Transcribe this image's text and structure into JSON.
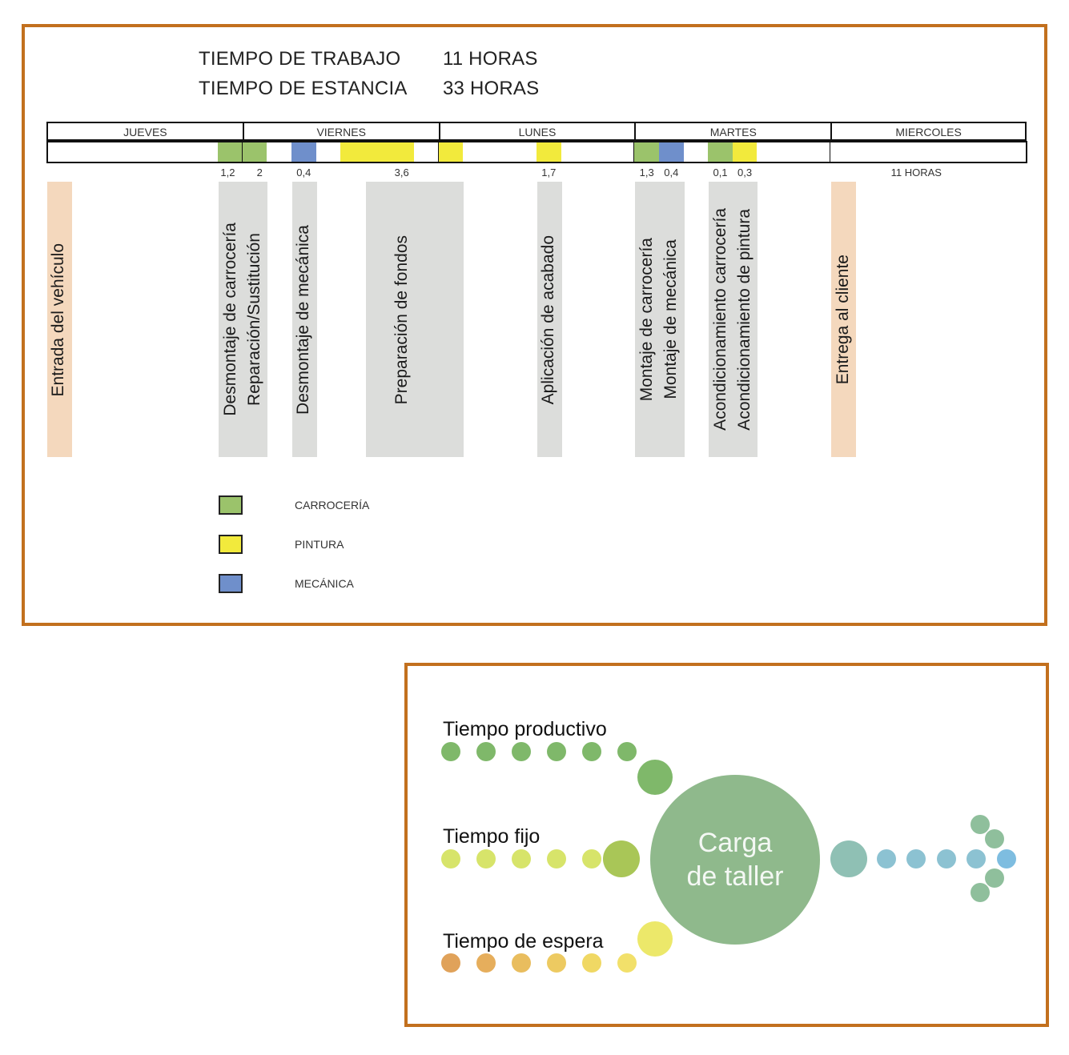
{
  "schedule": {
    "header": {
      "work_label": "TIEMPO DE TRABAJO",
      "work_value": "11 HORAS",
      "stay_label": "TIEMPO DE ESTANCIA",
      "stay_value": "33 HORAS"
    },
    "days": [
      "JUEVES",
      "VIERNES",
      "LUNES",
      "MARTES",
      "MIERCOLES"
    ],
    "slot_colors": [
      "",
      "",
      "",
      "",
      "",
      "",
      "",
      "carroceria",
      "carroceria",
      "",
      "mecanica",
      "",
      "pintura",
      "pintura",
      "pintura",
      "",
      "pintura",
      "",
      "",
      "",
      "pintura",
      "",
      "",
      "",
      "carroceria",
      "mecanica",
      "",
      "carroceria",
      "pintura",
      "",
      "",
      "",
      "",
      "",
      "",
      "",
      "",
      "",
      "",
      ""
    ],
    "hour_labels": [
      "1,2",
      "2",
      "0,4",
      "3,6",
      "1,7",
      "1,3",
      "0,4",
      "0,1",
      "0,3",
      "11 HORAS"
    ],
    "tasks": [
      {
        "lines": [
          "Entrada del vehículo"
        ]
      },
      {
        "lines": [
          "Desmontaje de carrocería",
          "Reparación/Sustitución"
        ]
      },
      {
        "lines": [
          "Desmontaje de mecánica"
        ]
      },
      {
        "lines": [
          "Preparación de fondos"
        ]
      },
      {
        "lines": [
          "Aplicación de acabado"
        ]
      },
      {
        "lines": [
          "Montaje de carrocería",
          "Montaje de mecánica"
        ]
      },
      {
        "lines": [
          "Acondicionamiento carrocería",
          "Acondicionamiento de pintura"
        ]
      },
      {
        "lines": [
          "Entrega al cliente"
        ]
      }
    ],
    "legend": [
      {
        "key": "carroceria",
        "label": "CARROCERÍA"
      },
      {
        "key": "pintura",
        "label": "PINTURA"
      },
      {
        "key": "mecanica",
        "label": "MECÁNICA"
      }
    ],
    "colors": {
      "carroceria": "#9bc36b",
      "pintura": "#f2ea3c",
      "mecanica": "#6f8fcb",
      "gray_band": "#dcdddb",
      "peach_band": "#f4d8bd",
      "frame": "#c2701e"
    }
  },
  "workshop_diagram": {
    "labels": {
      "productive": "Tiempo productivo",
      "fixed": "Tiempo fijo",
      "waiting": "Tiempo de espera"
    },
    "hub_text": [
      "Carga",
      "de taller"
    ],
    "colors": {
      "productive": "#7fb86a",
      "fixed_small": "#d7e46a",
      "fixed_big": "#a9c657",
      "waiting_small": [
        "#e0a25a",
        "#e6ae5c",
        "#e9bd5e",
        "#edca61",
        "#f0d864",
        "#f2e06a"
      ],
      "waiting_big": "#ece86a",
      "hub": "#8fb98c",
      "out_big": "#8fc0b4",
      "out_small": "#8cc2d2",
      "arrow_head_green": "#8fbf9c",
      "arrow_tip": "#7ebde0"
    }
  }
}
